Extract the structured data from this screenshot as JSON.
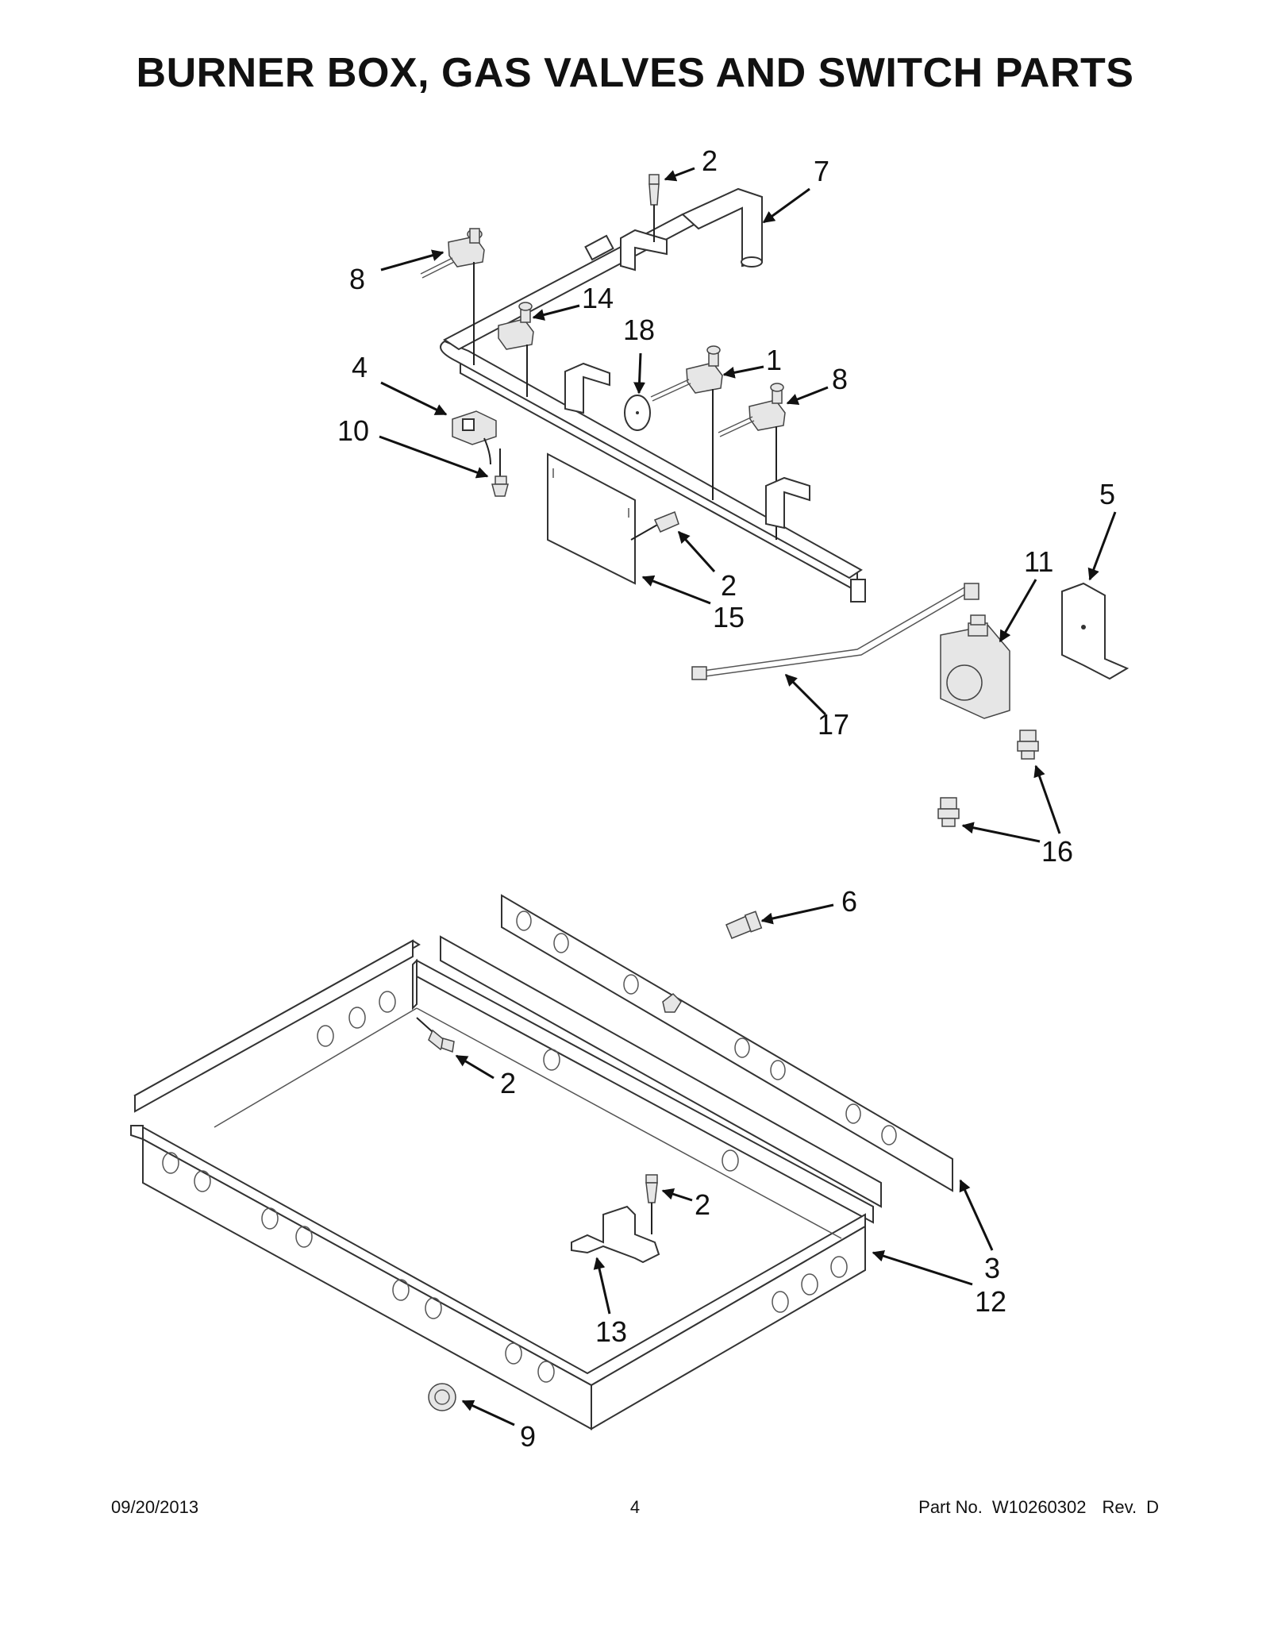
{
  "title": "BURNER BOX, GAS VALVES AND SWITCH PARTS",
  "callouts": [
    "2",
    "7",
    "8",
    "14",
    "18",
    "1",
    "8",
    "4",
    "10",
    "5",
    "11",
    "2",
    "15",
    "17",
    "16",
    "6",
    "2",
    "2",
    "3",
    "12",
    "13",
    "9"
  ],
  "footer": {
    "date": "09/20/2013",
    "page": "4",
    "part_label": "Part No.",
    "part_number": "W10260302",
    "rev_label": "Rev.",
    "rev_value": "D"
  }
}
